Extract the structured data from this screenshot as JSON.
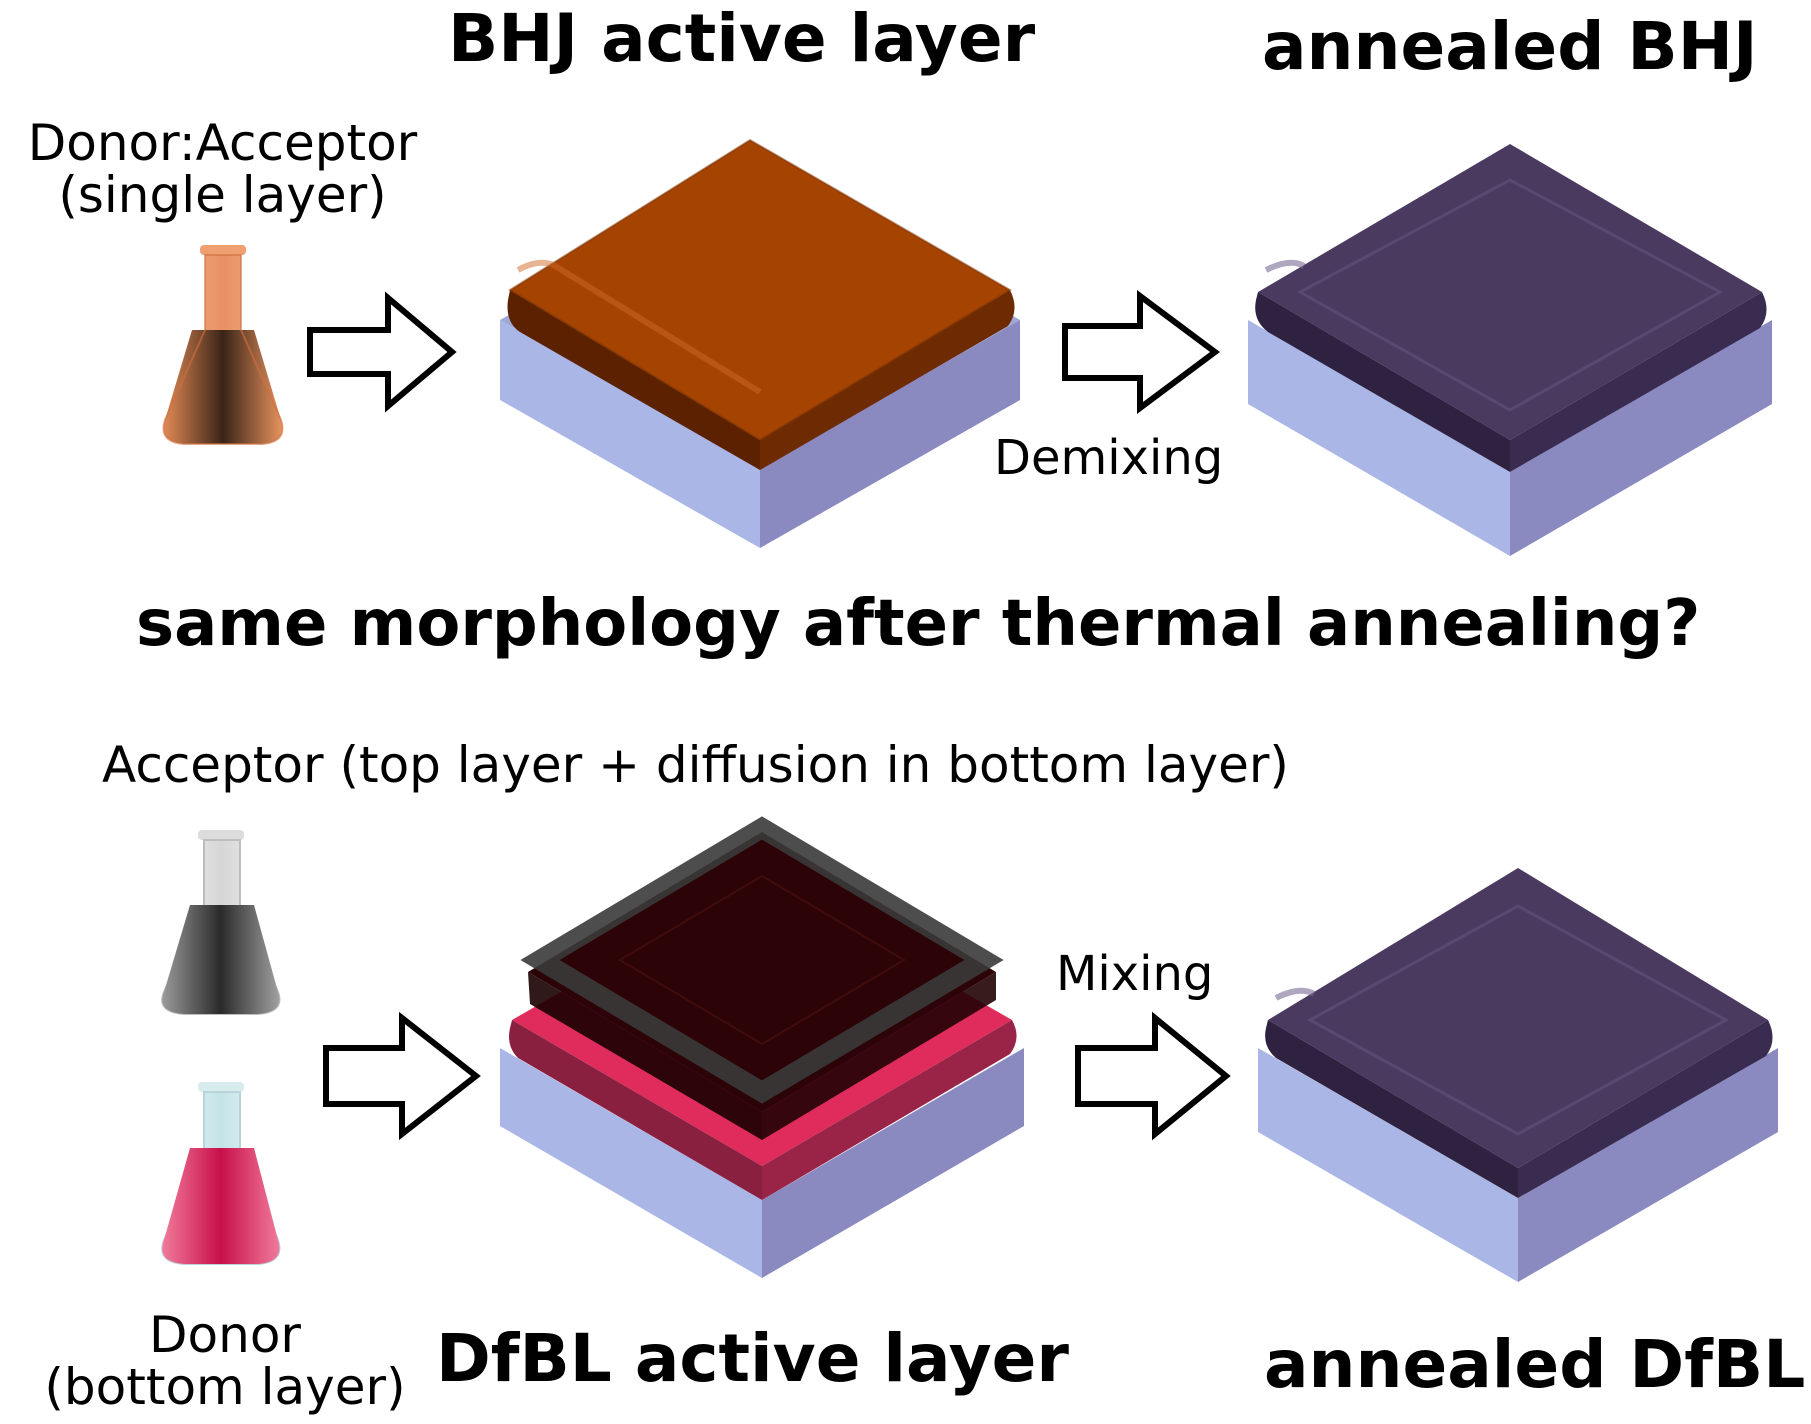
{
  "top": {
    "title_left": "BHJ active layer",
    "title_right": "annealed BHJ",
    "source_label_line1": "Donor:Acceptor",
    "source_label_line2": "(single layer)",
    "process_label": "Demixing"
  },
  "question": "same morphology after thermal annealing?",
  "bottom": {
    "acceptor_label": "Acceptor (top layer + diffusion in bottom layer)",
    "donor_label_line1": "Donor",
    "donor_label_line2": "(bottom layer)",
    "process_label": "Mixing",
    "title_left": "DfBL active layer",
    "title_right": "annealed DfBL"
  },
  "colors": {
    "substrate_light": "#a8b4e4",
    "substrate_dark": "#8c8cc0",
    "bhj_layer": "#a34000",
    "annealed_layer": "#4a3a60",
    "acceptor_layer": "#1c1c1c",
    "donor_layer": "#e03060"
  },
  "icons": [
    "flask-icon",
    "arrow-right-icon"
  ]
}
